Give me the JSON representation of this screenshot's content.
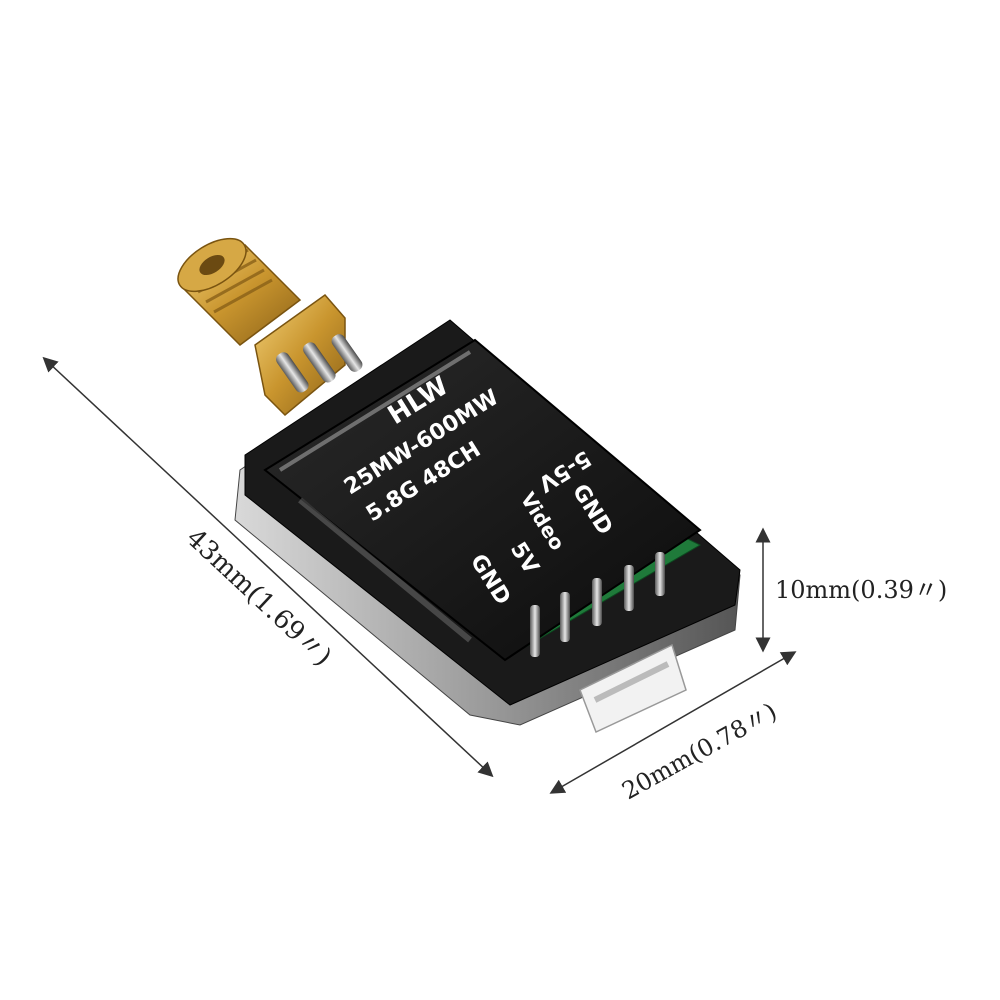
{
  "label": {
    "brand": "HLW",
    "power": "25MW-600MW",
    "band": "5.8G 48CH",
    "pin_gnd_left": "GND",
    "pin_5v": "5V",
    "pin_video": "Video",
    "pin_gnd_right": "GND",
    "pin_5v_right": "5-5V"
  },
  "dimensions": {
    "length": "43mm(1.69〃)",
    "height": "10mm(0.39〃)",
    "width": "20mm(0.78〃)"
  },
  "colors": {
    "gold": "#c9a23a",
    "label_black": "#111111",
    "pcb_green": "#1f7a3a",
    "dim_line": "#333333"
  }
}
